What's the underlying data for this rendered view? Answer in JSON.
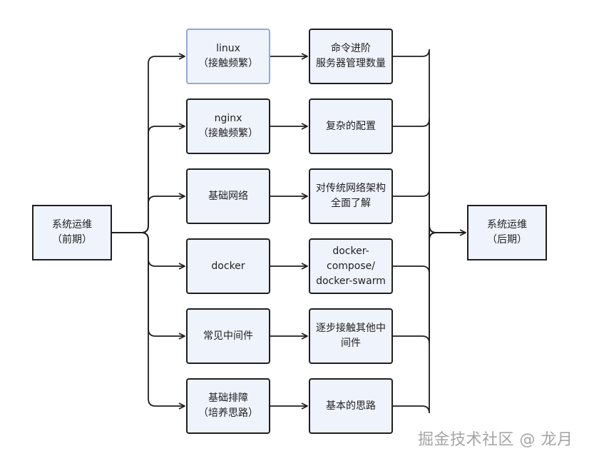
{
  "left_node": {
    "line1": "系统运维",
    "line2": "（前期）"
  },
  "right_node": {
    "line1": "系统运维",
    "line2": "（后期）"
  },
  "rows": [
    {
      "topic": [
        "linux",
        "（接触频繁）"
      ],
      "result": [
        "命令进阶",
        "服务器管理数量"
      ]
    },
    {
      "topic": [
        "nginx",
        "（接触频繁）"
      ],
      "result": [
        "复杂的配置"
      ]
    },
    {
      "topic": [
        "基础网络"
      ],
      "result": [
        "对传统网络架构",
        "全面了解"
      ]
    },
    {
      "topic": [
        "docker"
      ],
      "result": [
        "docker-",
        "compose/",
        "docker-swarm"
      ]
    },
    {
      "topic": [
        "常见中间件"
      ],
      "result": [
        "逐步接触其他中",
        "间件"
      ]
    },
    {
      "topic": [
        "基础排障",
        "（培养思路）"
      ],
      "result": [
        "基本的思路"
      ]
    }
  ],
  "watermark": "掘金技术社区 @ 龙月",
  "colors": {
    "box_fill": "#eff3fc",
    "stroke": "#1f1f1f",
    "highlight_border": "#8fa9dd"
  }
}
